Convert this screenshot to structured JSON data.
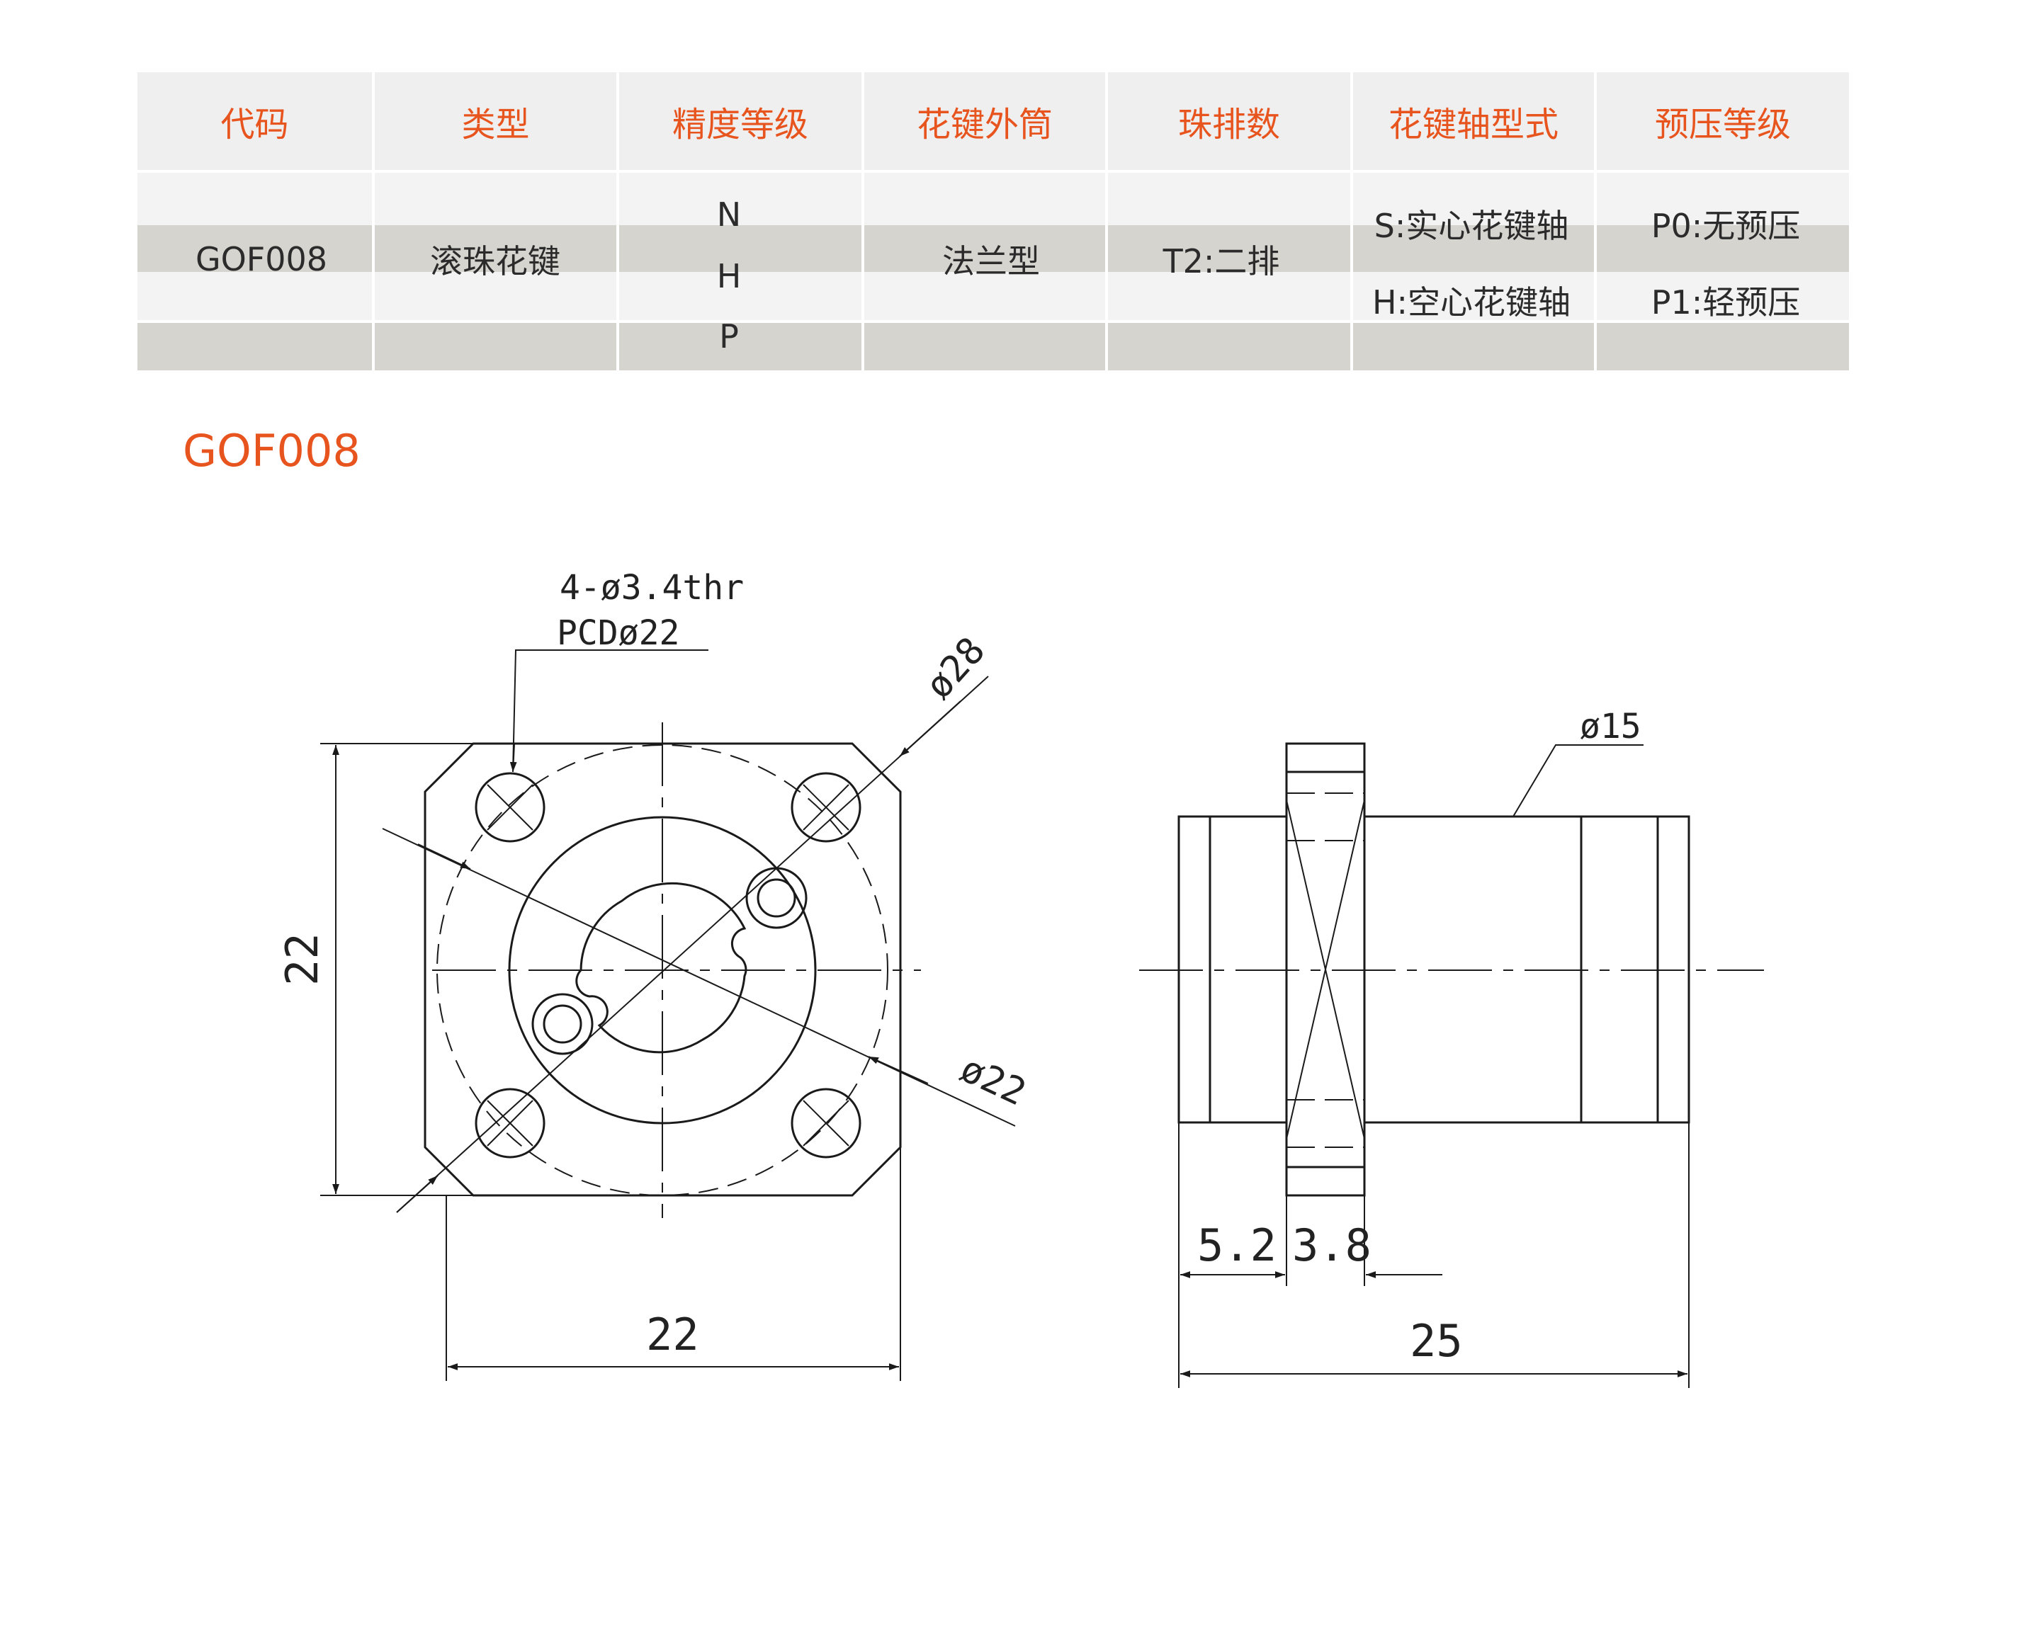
{
  "table": {
    "headers": [
      "代码",
      "类型",
      "精度等级",
      "花键外筒",
      "珠排数",
      "花键轴型式",
      "预压等级"
    ],
    "code": "GOF008",
    "type": "滚珠花键",
    "precision": [
      "N",
      "H",
      "P"
    ],
    "outer_cylinder": "法兰型",
    "ball_rows": "T2:二排",
    "shaft_types": [
      "S:实心花键轴",
      "H:空心花键轴"
    ],
    "preload": [
      "P0:无预压",
      "P1:轻预压"
    ]
  },
  "section_title": "GOF008",
  "drawing": {
    "hole_note_line1": "4-ø3.4thr",
    "hole_note_line2": "PCDø22",
    "flange_diameter": "ø28",
    "pcd_diameter": "ø22",
    "height_dim": "22",
    "width_dim": "22",
    "shaft_diameter": "ø15",
    "offset_dim": "5.2",
    "flange_thickness_dim": "3.8",
    "length_dim": "25"
  },
  "colors": {
    "accent": "#e8541e",
    "header_bg": "#efefef",
    "band_light": "#f3f3f3",
    "band_dark": "#d6d4cf",
    "line": "#1a1a1a"
  }
}
